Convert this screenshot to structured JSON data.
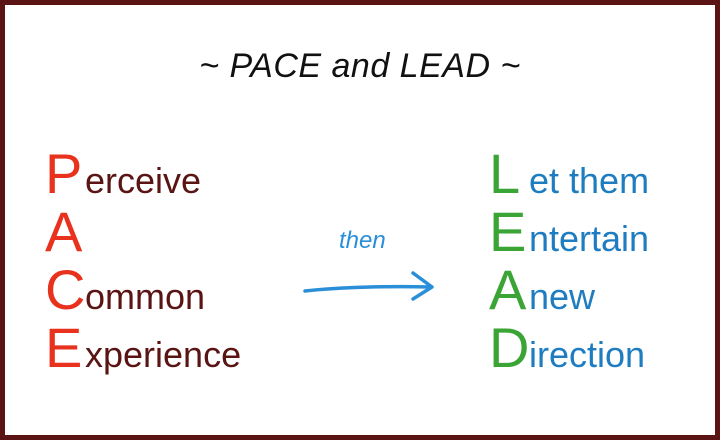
{
  "title": "~ PACE and LEAD ~",
  "pace": [
    {
      "initial": "P",
      "rest": "erceive"
    },
    {
      "initial": "A",
      "rest": ""
    },
    {
      "initial": "C",
      "rest": "ommon"
    },
    {
      "initial": "E",
      "rest": "xperience"
    }
  ],
  "lead": [
    {
      "initial": "L",
      "rest": "et them"
    },
    {
      "initial": "E",
      "rest": "ntertain"
    },
    {
      "initial": "A",
      "rest": " new"
    },
    {
      "initial": "D",
      "rest": "irection"
    }
  ],
  "connector": {
    "label": "then"
  },
  "colors": {
    "border": "#5a1414",
    "pace_initial": "#e8321e",
    "pace_text": "#5a1414",
    "lead_initial": "#3aa435",
    "lead_text": "#1e7cc0",
    "arrow": "#2a8fd8",
    "title": "#111111"
  }
}
